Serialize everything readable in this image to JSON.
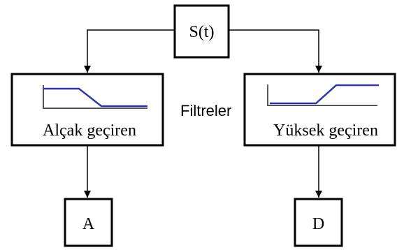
{
  "diagram": {
    "source": {
      "label": "S(t)"
    },
    "center_label": "Filtreler",
    "low_pass": {
      "label": "Alçak geçiren"
    },
    "high_pass": {
      "label": "Yüksek geçiren"
    },
    "output_a": {
      "label": "A"
    },
    "output_d": {
      "label": "D"
    }
  },
  "colors": {
    "line": "#000000",
    "filter_curve": "#3333aa",
    "filter_axis": "#555555"
  }
}
